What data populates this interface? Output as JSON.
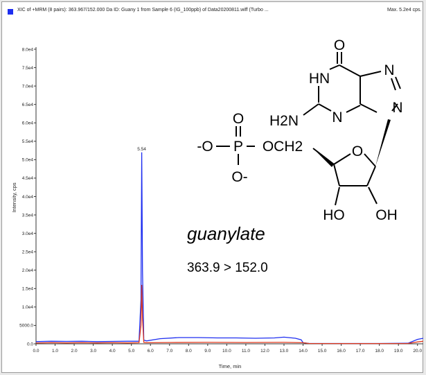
{
  "header": {
    "title": "XIC of +MRM (8 pairs): 363.967/152.000 Da ID: Guany 1 from Sample 6 (IG_100ppb) of Data20200811.wiff (Turbo ...",
    "max_label": "Max. 5.2e4 cps."
  },
  "chart_data": {
    "type": "line",
    "xlabel": "Time, min",
    "ylabel": "Intensity, cps",
    "xlim": [
      0.0,
      20.3
    ],
    "ylim": [
      0,
      80000
    ],
    "x_ticks": [
      "0.0",
      "1.0",
      "2.0",
      "3.0",
      "4.0",
      "5.0",
      "6.0",
      "7.0",
      "8.0",
      "9.0",
      "10.0",
      "11.0",
      "12.0",
      "13.0",
      "14.0",
      "15.0",
      "16.0",
      "17.0",
      "18.0",
      "19.0",
      "20.0"
    ],
    "y_ticks": [
      {
        "value": 0,
        "label": "0.0"
      },
      {
        "value": 5000,
        "label": "5000.0"
      },
      {
        "value": 10000,
        "label": "1.0e4"
      },
      {
        "value": 15000,
        "label": "1.5e4"
      },
      {
        "value": 20000,
        "label": "2.0e4"
      },
      {
        "value": 25000,
        "label": "2.5e4"
      },
      {
        "value": 30000,
        "label": "3.0e4"
      },
      {
        "value": 35000,
        "label": "3.5e4"
      },
      {
        "value": 40000,
        "label": "4.0e4"
      },
      {
        "value": 45000,
        "label": "4.5e4"
      },
      {
        "value": 50000,
        "label": "5.0e4"
      },
      {
        "value": 55000,
        "label": "5.5e4"
      },
      {
        "value": 60000,
        "label": "6.0e4"
      },
      {
        "value": 65000,
        "label": "6.5e4"
      },
      {
        "value": 70000,
        "label": "7.0e4"
      },
      {
        "value": 75000,
        "label": "7.5e4"
      },
      {
        "value": 80000,
        "label": "8.0e4"
      }
    ],
    "peak_label": {
      "x": 5.54,
      "y": 52000,
      "text": "5.54"
    },
    "series": [
      {
        "color": "#1e2ef0",
        "x": [
          0.0,
          0.8,
          1.6,
          2.4,
          3.2,
          4.0,
          4.8,
          5.4,
          5.5,
          5.54,
          5.58,
          5.65,
          5.8,
          6.5,
          7.5,
          8.5,
          9.5,
          10.5,
          11.5,
          12.5,
          13.0,
          13.6,
          13.9,
          14.0,
          14.3,
          16.0,
          18.0,
          19.5,
          20.0,
          20.3
        ],
        "y": [
          600,
          700,
          650,
          700,
          600,
          650,
          700,
          700,
          12000,
          52000,
          20000,
          1000,
          800,
          1400,
          1700,
          1700,
          1600,
          1600,
          1500,
          1600,
          1800,
          1500,
          1100,
          300,
          120,
          100,
          100,
          150,
          1200,
          1500
        ]
      },
      {
        "color": "#e03a1e",
        "x": [
          0.0,
          0.8,
          1.6,
          2.4,
          3.2,
          4.0,
          4.8,
          5.4,
          5.5,
          5.54,
          5.58,
          5.65,
          5.8,
          7.0,
          9.0,
          11.0,
          13.0,
          14.0,
          14.3,
          16.0,
          18.0,
          19.5,
          20.0,
          20.3
        ],
        "y": [
          200,
          300,
          250,
          300,
          250,
          300,
          250,
          300,
          5000,
          16000,
          7000,
          400,
          300,
          350,
          400,
          350,
          400,
          300,
          100,
          80,
          80,
          100,
          500,
          700
        ]
      }
    ]
  },
  "molecule": {
    "atoms": [
      "O",
      "HN",
      "N",
      "H2N",
      "N",
      "N",
      "O",
      "-O",
      "P",
      "OCH2",
      "O-",
      "O",
      "HO",
      "OH"
    ],
    "name": "guanylate",
    "transition": "363.9 > 152.0"
  }
}
